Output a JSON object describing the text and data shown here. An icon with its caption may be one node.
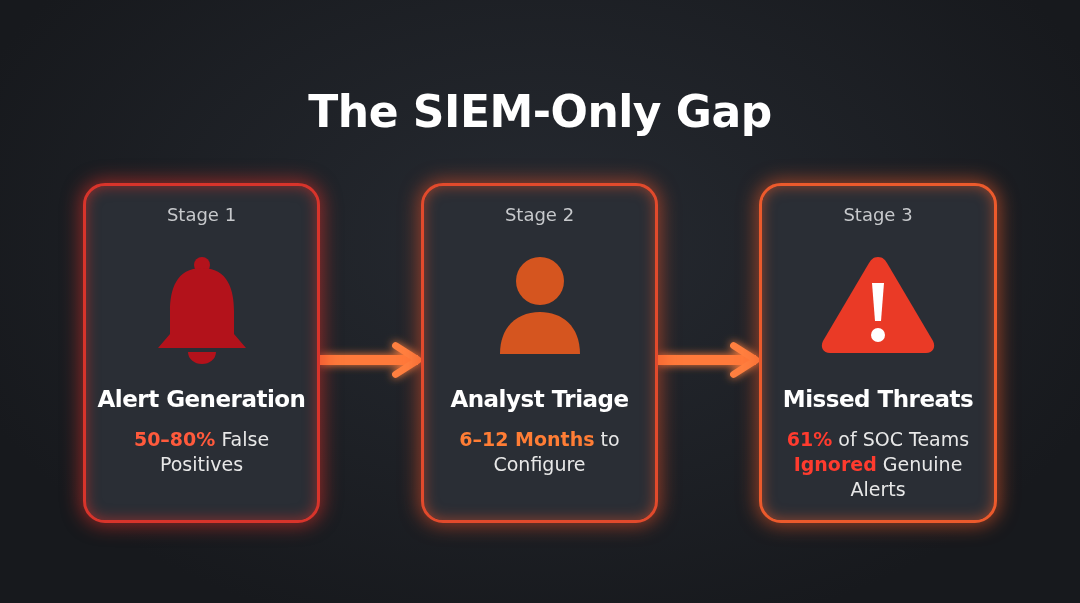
{
  "diagram": {
    "title": "The SIEM-Only Gap",
    "nodes": [
      {
        "text": [
          "Stage 1",
          "Alert Generation",
          "**50–80%** False Positives"
        ]
      },
      {
        "text": [
          "Stage 2",
          "Analyst Triage",
          "**6–12 Months** to Configure"
        ]
      },
      {
        "text": [
          "Stage 3",
          "Missed Threats",
          "**61%** of SOC Teams **Ignored** Genuine Alerts"
        ]
      }
    ],
    "edges": [
      {
        "from": 0,
        "to": 1,
        "arrow": "to"
      },
      {
        "from": 1,
        "to": 2,
        "arrow": "to"
      }
    ]
  }
}
